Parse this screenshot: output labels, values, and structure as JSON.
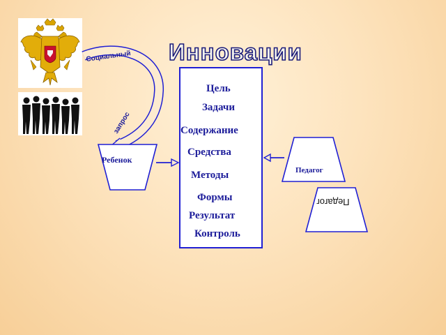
{
  "title": "Инновации",
  "arc": {
    "top_label": "Социальный",
    "bottom_label": "запрос"
  },
  "content_box": {
    "items": [
      "Цель",
      "Задачи",
      "Содержание",
      "Средства",
      "Методы",
      "Формы",
      "Результат",
      "Контроль"
    ]
  },
  "child": {
    "label": "Ребенок"
  },
  "teacher": {
    "label": "Педагог"
  },
  "teacher_rotated": {
    "label": "Педагог"
  },
  "colors": {
    "outline": "#1f1fd4",
    "text": "#1c1c9a",
    "background": "#fde3bd"
  },
  "icons": [
    "russian-coat-of-arms-icon",
    "people-silhouettes-icon"
  ]
}
